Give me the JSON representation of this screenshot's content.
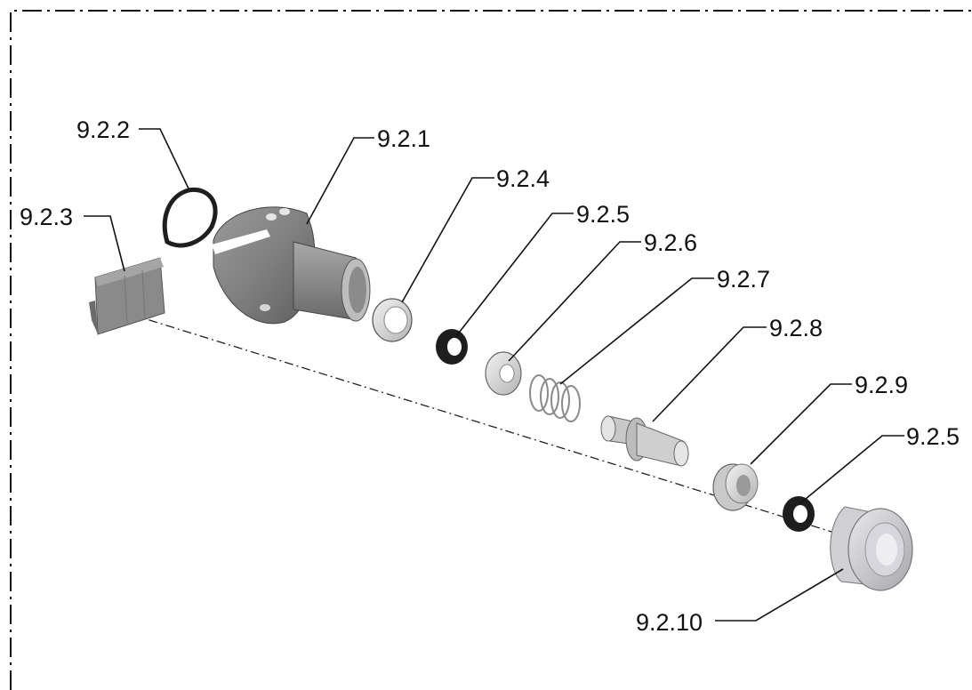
{
  "diagram": {
    "kind": "exploded-parts-view",
    "callouts": [
      {
        "id": "c-9-2-1",
        "label": "9.2.1",
        "part": "housing"
      },
      {
        "id": "c-9-2-2",
        "label": "9.2.2",
        "part": "o-ring"
      },
      {
        "id": "c-9-2-3",
        "label": "9.2.3",
        "part": "clip"
      },
      {
        "id": "c-9-2-4",
        "label": "9.2.4",
        "part": "threaded-ring"
      },
      {
        "id": "c-9-2-5a",
        "label": "9.2.5",
        "part": "seal"
      },
      {
        "id": "c-9-2-6",
        "label": "9.2.6",
        "part": "washer"
      },
      {
        "id": "c-9-2-7",
        "label": "9.2.7",
        "part": "spring"
      },
      {
        "id": "c-9-2-8",
        "label": "9.2.8",
        "part": "stem"
      },
      {
        "id": "c-9-2-9",
        "label": "9.2.9",
        "part": "bushing"
      },
      {
        "id": "c-9-2-5b",
        "label": "9.2.5",
        "part": "seal"
      },
      {
        "id": "c-9-2-10",
        "label": "9.2.10",
        "part": "cap"
      }
    ],
    "colors": {
      "line": "#111111",
      "part_fill": "#b9b9b9",
      "part_dark": "#6e6e6e",
      "part_light": "#e2e2e2",
      "seal": "#1e1e1e"
    }
  }
}
